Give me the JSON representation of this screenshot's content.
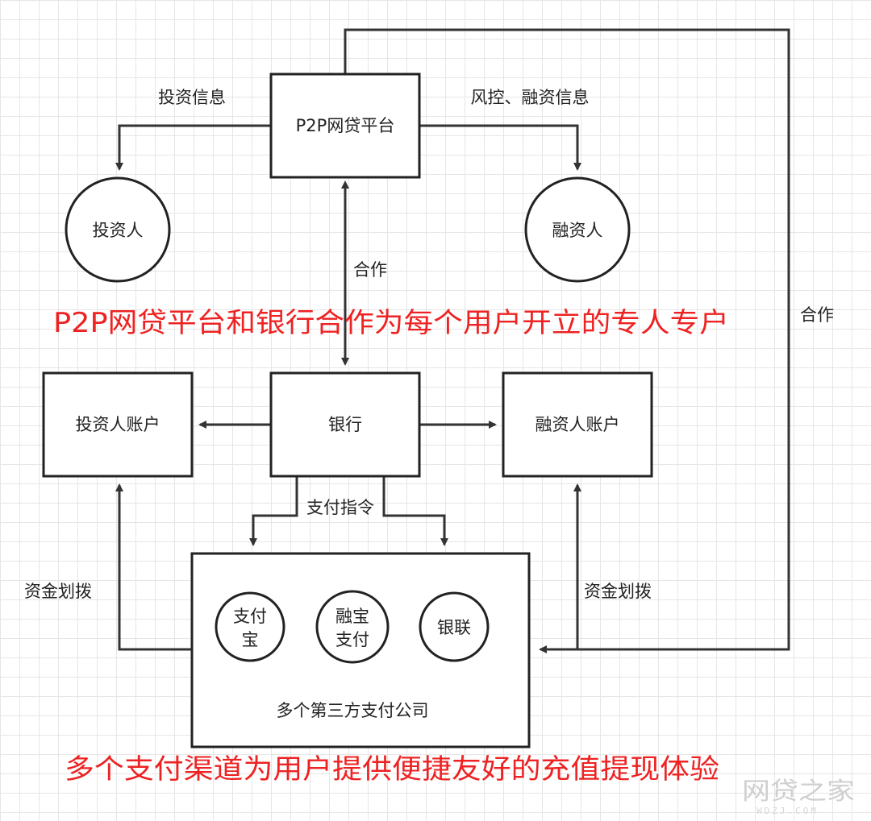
{
  "nodes": {
    "platform": "P2P网贷平台",
    "investor": "投资人",
    "financier": "融资人",
    "bank": "银行",
    "investor_account": "投资人账户",
    "financier_account": "融资人账户",
    "third_party": "多个第三方支付公司",
    "alipay_line1": "支付",
    "alipay_line2": "宝",
    "rongbao_line1": "融宝",
    "rongbao_line2": "支付",
    "unionpay": "银联"
  },
  "edges": {
    "investment_info": "投资信息",
    "risk_finance_info": "风控、融资信息",
    "cooperation_center": "合作",
    "cooperation_right": "合作",
    "payment_instruction": "支付指令",
    "fund_transfer_left": "资金划拨",
    "fund_transfer_right": "资金划拨"
  },
  "annotations": {
    "bank_note": "P2P网贷平台和银行合作为每个用户开立的专人专户",
    "payment_note": "多个支付渠道为用户提供便捷友好的充值提现体验"
  },
  "watermark": {
    "text": "网贷之家",
    "sub": "WDZJ.COM"
  },
  "colors": {
    "annotation": "#ee2222",
    "line": "#333333"
  }
}
